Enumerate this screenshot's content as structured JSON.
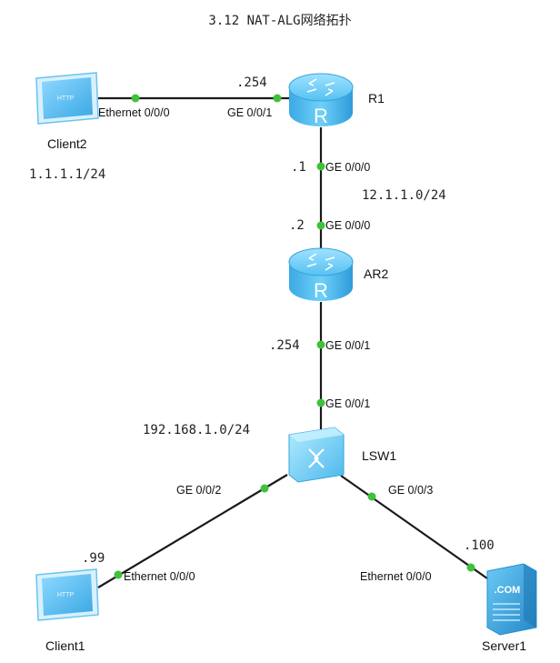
{
  "title": "3.12 NAT-ALG网络拓扑",
  "devices": {
    "r1": {
      "name": "R1",
      "icon": "router-icon"
    },
    "ar2": {
      "name": "AR2",
      "icon": "router-icon"
    },
    "lsw1": {
      "name": "LSW1",
      "icon": "switch-icon"
    },
    "client2": {
      "name": "Client2",
      "icon": "http-client-icon",
      "address": "1.1.1.1/24"
    },
    "client1": {
      "name": "Client1",
      "icon": "http-client-icon"
    },
    "server1": {
      "name": "Server1",
      "icon": "com-server-icon"
    }
  },
  "networks": {
    "wan": "12.1.1.0/24",
    "lan": "192.168.1.0/24"
  },
  "links": {
    "client2_r1": {
      "client2_port": "Ethernet 0/0/0",
      "r1_port": "GE 0/0/1",
      "r1_ip": ".254"
    },
    "r1_ar2": {
      "r1_port": "GE 0/0/0",
      "r1_ip": ".1",
      "ar2_port": "GE 0/0/0",
      "ar2_ip": ".2"
    },
    "ar2_lsw1": {
      "ar2_port": "GE 0/0/1",
      "ar2_ip": ".254",
      "lsw1_port": "GE 0/0/1"
    },
    "lsw1_client1": {
      "lsw1_port": "GE 0/0/2",
      "client1_port": "Ethernet 0/0/0",
      "client1_ip": ".99"
    },
    "lsw1_server1": {
      "lsw1_port": "GE 0/0/3",
      "server1_port": "Ethernet 0/0/0",
      "server1_ip": ".100"
    }
  },
  "icon_text": {
    "http": "HTTP",
    "com": ".COM",
    "router": "R"
  },
  "colors": {
    "link": "#1a1a1a",
    "port_dot": "#3ec23a",
    "device_blue": "#5cc4f0",
    "device_dark": "#2a8fcf"
  }
}
